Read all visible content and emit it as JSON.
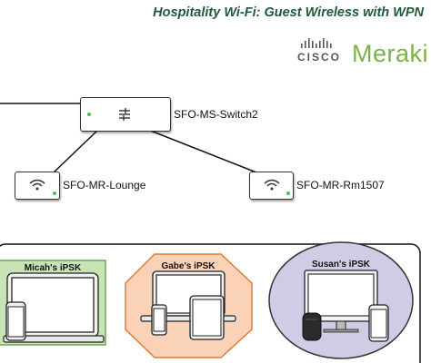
{
  "title": "Hospitality Wi-Fi: Guest Wireless with WPN",
  "brand": {
    "cisco": "CISCO",
    "meraki": "Meraki",
    "meraki_color": "#79b345",
    "title_color": "#1f5a3a"
  },
  "devices": {
    "switch": {
      "label": "SFO-MS-Switch2",
      "icon": "switch-arrows-icon"
    },
    "ap_lounge": {
      "label": "SFO-MR-Lounge",
      "icon": "wifi-icon"
    },
    "ap_room": {
      "label": "SFO-MR-Rm1507",
      "icon": "wifi-icon"
    }
  },
  "groups": [
    {
      "title": "Micah's iPSK",
      "shape": "rectangle",
      "fill": "#c8e3b4",
      "devices": [
        "laptop",
        "smartphone"
      ]
    },
    {
      "title": "Gabe's iPSK",
      "shape": "octagon",
      "fill": "#f9d2b8",
      "devices": [
        "laptop",
        "smartphone",
        "tablet"
      ]
    },
    {
      "title": "Susan's iPSK",
      "shape": "ellipse",
      "fill": "#cfcde6",
      "devices": [
        "monitor",
        "smart-speaker",
        "smartphone"
      ]
    }
  ]
}
